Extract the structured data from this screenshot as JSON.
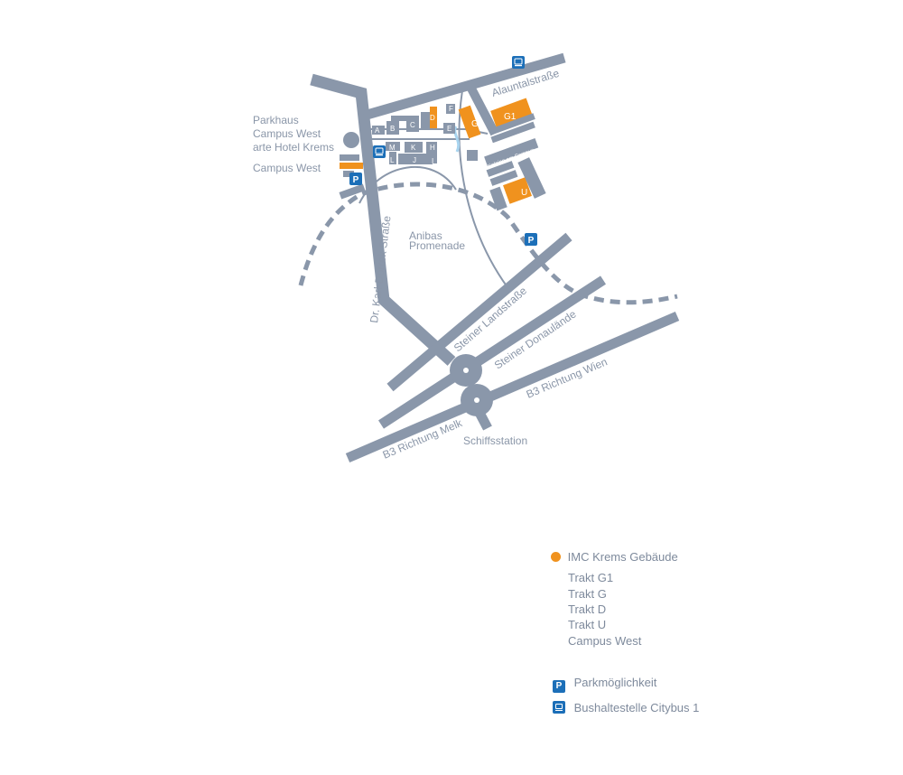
{
  "colors": {
    "road": "#8a97aa",
    "building": "#8a97aa",
    "imc": "#f0921e",
    "icon_blue": "#1c6fb8",
    "text": "#8a96a8",
    "water": "#a8d4ef"
  },
  "map": {
    "streets": {
      "alauntal": "Alauntalstraße",
      "dorrek": "Dr. Karl-Dorrek Straße",
      "steiner_land": "Steiner Landstraße",
      "steiner_donau": "Steiner Donaulände",
      "b3_wien": "B3 Richtung Wien",
      "b3_melk": "B3 Richtung Melk",
      "kolping": "Kolping am Campus"
    },
    "places": {
      "parkhaus": "Parkhaus",
      "campus_west_1": "Campus West",
      "hotel": "arte Hotel Krems",
      "campus_west_2": "Campus West",
      "anibas_1": "Anibas",
      "anibas_2": "Promenade",
      "schiff": "Schiffsstation"
    },
    "building_letters": {
      "a": "A",
      "b": "B",
      "c": "C",
      "d": "D",
      "e": "E",
      "f": "F",
      "g": "G",
      "g1": "G1",
      "h": "H",
      "i": "I",
      "j": "J",
      "k": "K",
      "l": "L",
      "m": "M",
      "u": "U"
    },
    "icons": {
      "parking": "P",
      "parking_icon": "parking-icon",
      "bus_icon": "bus-icon"
    }
  },
  "legend": {
    "imc_title": "IMC Krems Gebäude",
    "imc_items": [
      "Trakt G1",
      "Trakt G",
      "Trakt D",
      "Trakt U",
      "Campus West"
    ],
    "parking": "Parkmöglichkeit",
    "parking_symbol": "P",
    "bus": "Bushaltestelle Citybus 1"
  }
}
